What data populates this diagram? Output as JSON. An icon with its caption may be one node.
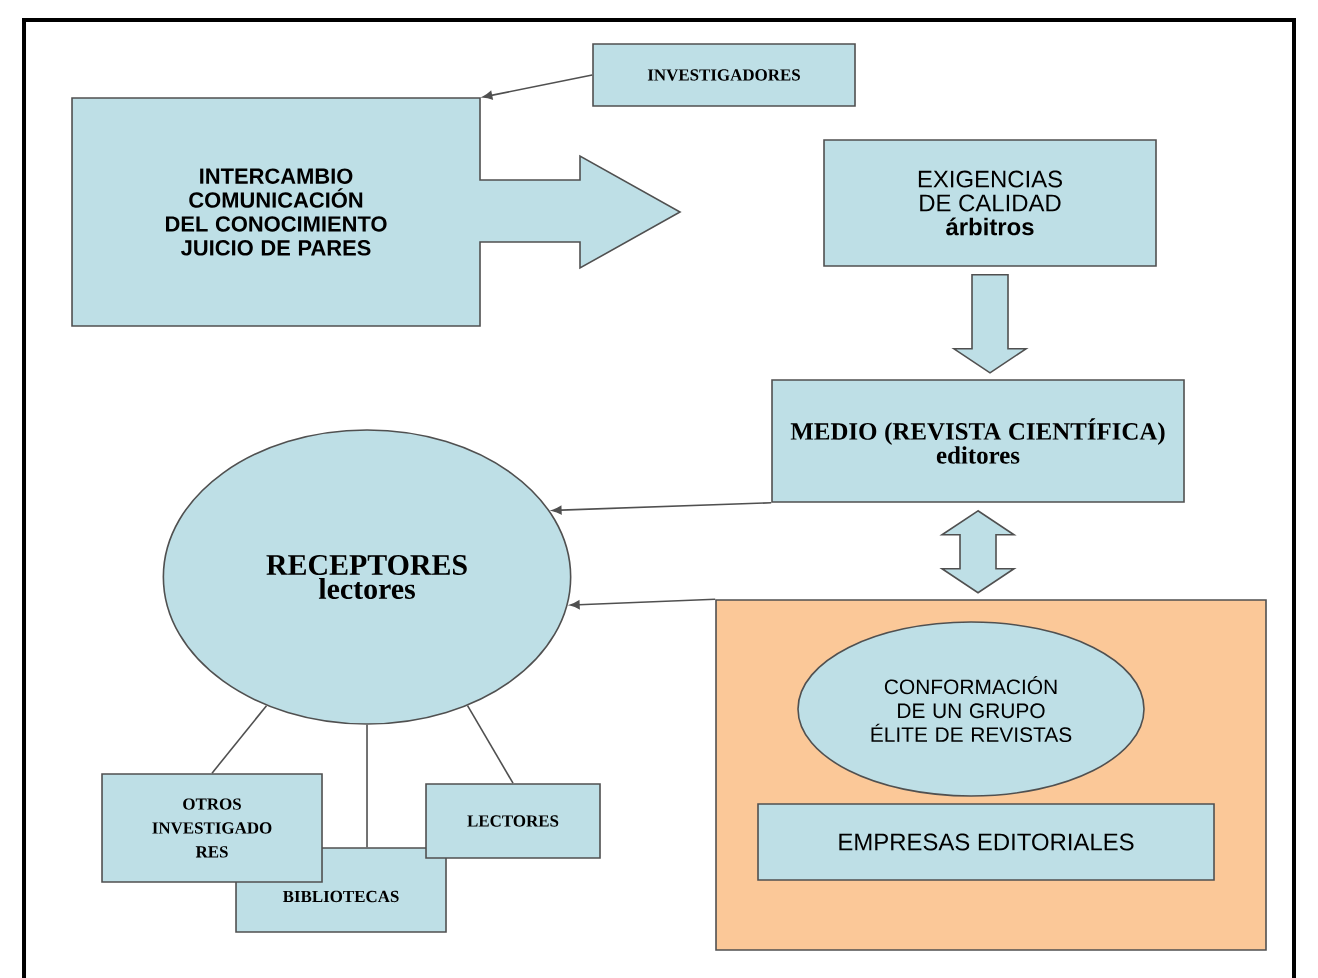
{
  "diagram": {
    "nodes": [
      {
        "text": [
          "INVESTIGADORES"
        ]
      },
      {
        "text": [
          "INTERCAMBIO COMUNICACIÓN DEL CONOCIMIENTO JUICIO DE PARES"
        ]
      },
      {
        "text": [
          "EXIGENCIAS DE CALIDAD",
          "árbitros"
        ]
      },
      {
        "text": [
          "MEDIO (REVISTA CIENTÍFICA)",
          "editores"
        ]
      },
      {
        "text": [
          "RECEPTORES",
          "lectores"
        ]
      },
      {
        "text": [],
        "shape": "box"
      },
      {
        "text": [
          "CONFORMACIÓN DE UN GRUPO ÉLITE DE REVISTAS"
        ],
        "in": 5
      },
      {
        "text": [
          "EMPRESAS EDITORIALES"
        ],
        "in": 5
      },
      {
        "text": [
          "OTROS INVESTIGADO RES"
        ]
      },
      {
        "text": [
          "BIBLIOTECAS"
        ]
      },
      {
        "text": [
          "LECTORES"
        ]
      }
    ],
    "edges": [
      {
        "from": 0,
        "to": 1,
        "arrow": "to"
      },
      {
        "from": 2,
        "to": 3,
        "arrow": "to",
        "style": "thick"
      },
      {
        "from": 3,
        "to": 5,
        "arrow": "both",
        "style": "thick"
      },
      {
        "from": 3,
        "to": 4,
        "arrow": "to"
      },
      {
        "from": 5,
        "to": 4,
        "arrow": "to"
      },
      {
        "from": 4,
        "to": 8,
        "arrow": "none"
      },
      {
        "from": 4,
        "to": 9,
        "arrow": "none"
      },
      {
        "from": 4,
        "to": 10,
        "arrow": "none"
      }
    ]
  }
}
